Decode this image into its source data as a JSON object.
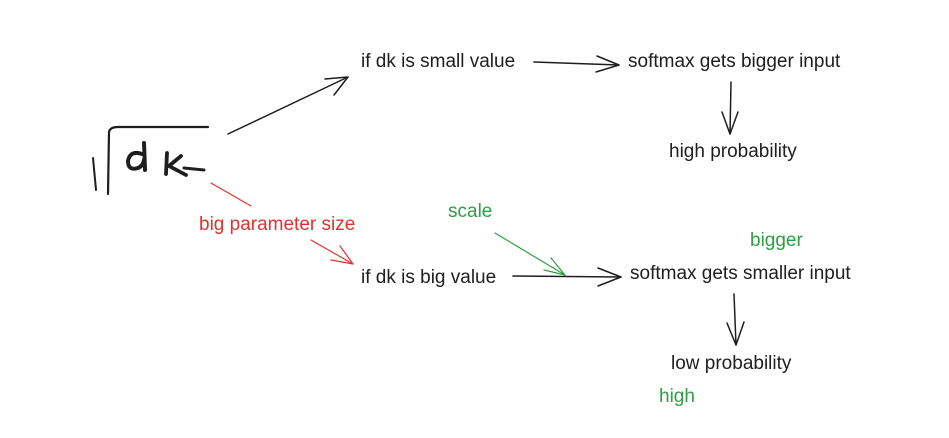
{
  "colors": {
    "ink": "#1e1e1e",
    "green": "#2f9e44",
    "red": "#e03131"
  },
  "formula": {
    "text": "dk",
    "symbol": "square-root"
  },
  "nodes": {
    "small_value": "if dk is small value",
    "bigger_input": "softmax gets bigger input",
    "high_probability": "high probability",
    "big_value": "if dk is big value",
    "smaller_input": "softmax gets smaller input",
    "low_probability": "low probability"
  },
  "annotations": {
    "big_parameter_size": "big parameter size",
    "scale": "scale",
    "bigger": "bigger",
    "high": "high"
  }
}
